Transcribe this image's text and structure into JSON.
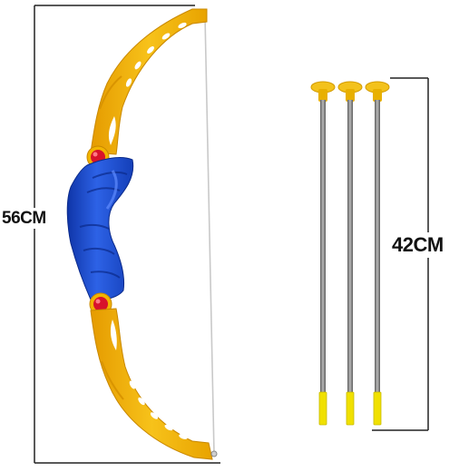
{
  "dimensions": {
    "bow_length_label": "56CM",
    "arrow_length_label": "42CM"
  },
  "product": {
    "bow_count": 1,
    "arrow_count": 3
  },
  "colors": {
    "bow_limb": "#f5b800",
    "bow_limb_shadow": "#e39a00",
    "bow_grip": "#1f4fd0",
    "grip_cap": "#d8132b",
    "arrow_shaft": "#8a8a8a",
    "arrow_tip": "#f0e000",
    "dimension_line": "#222222"
  },
  "icons": [
    "bow-illustration",
    "arrow-illustration",
    "dimension-bracket"
  ]
}
